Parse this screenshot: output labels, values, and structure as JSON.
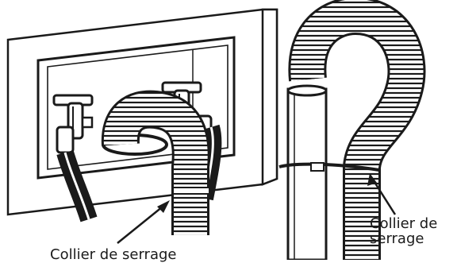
{
  "callouts": {
    "left": "Collier de serrage",
    "right_line1": "Collier de",
    "right_line2": "serrage"
  },
  "colors": {
    "ink": "#1a1a1a",
    "paper": "#ffffff"
  },
  "icons": [
    "faucet-icon",
    "faucet-icon",
    "drain-hose",
    "standpipe",
    "hose-clamp"
  ]
}
